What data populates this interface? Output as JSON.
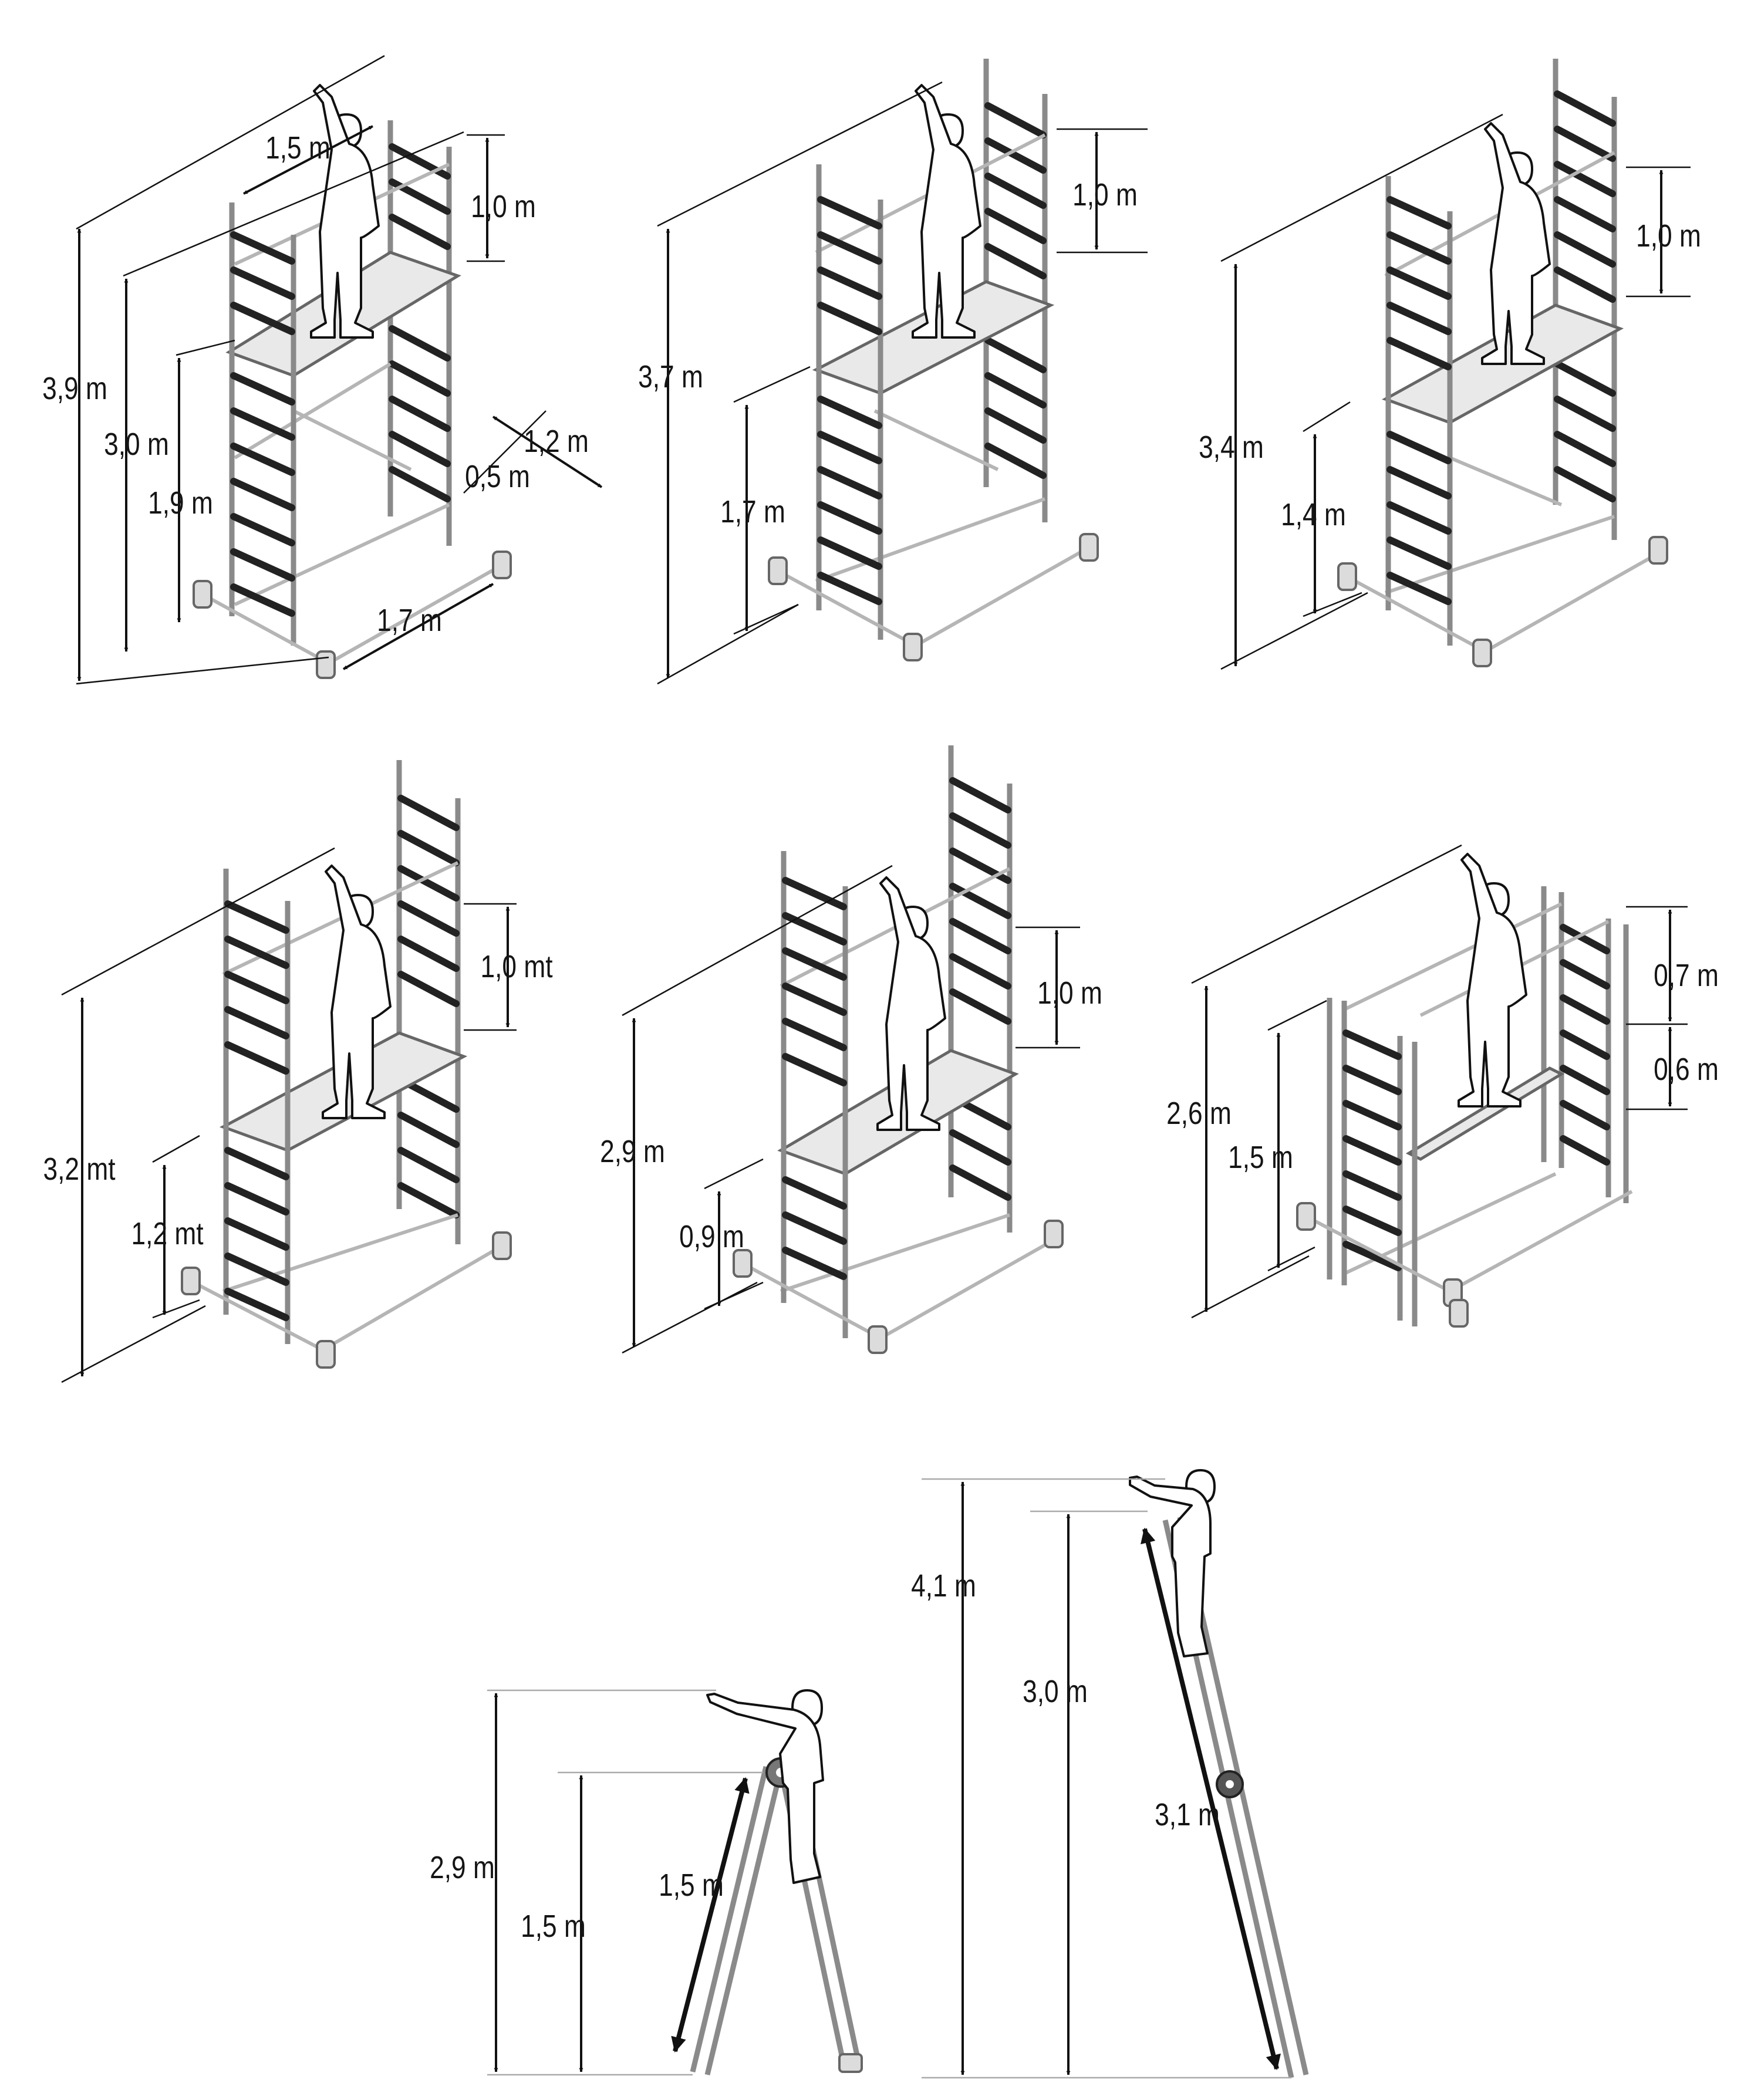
{
  "tower_1": {
    "total_height": "3,9 m",
    "reach_height": "3,0 m",
    "platform_height": "1,9 m",
    "guard_height": "1,0 m",
    "platform_length": "1,5 m",
    "base_depth": "1,2 m",
    "platform_width": "0,5 m",
    "base_length": "1,7 m"
  },
  "tower_2": {
    "total_height": "3,7 m",
    "guard_height": "1,0 m",
    "platform_height": "1,7 m"
  },
  "tower_3": {
    "total_height": "3,4 m",
    "guard_height": "1,0 m",
    "platform_height": "1,4 m"
  },
  "tower_4": {
    "total_height": "3,2 mt",
    "guard_height": "1,0 mt",
    "platform_height": "1,2 mt"
  },
  "tower_5": {
    "total_height": "2,9 m",
    "guard_height": "1,0 m",
    "platform_height": "0,9 m"
  },
  "tower_6": {
    "total_height": "2,6 m",
    "platform_height": "1,5 m",
    "upper_guard": "0,7 m",
    "lower_guard": "0,6 m"
  },
  "stepladder": {
    "total_height": "2,9 m",
    "platform_height": "1,5 m",
    "leg_length": "1,5 m"
  },
  "extension_ladder": {
    "total_height": "4,1 m",
    "standing_height": "3,0 m",
    "ladder_length": "3,1 m"
  }
}
